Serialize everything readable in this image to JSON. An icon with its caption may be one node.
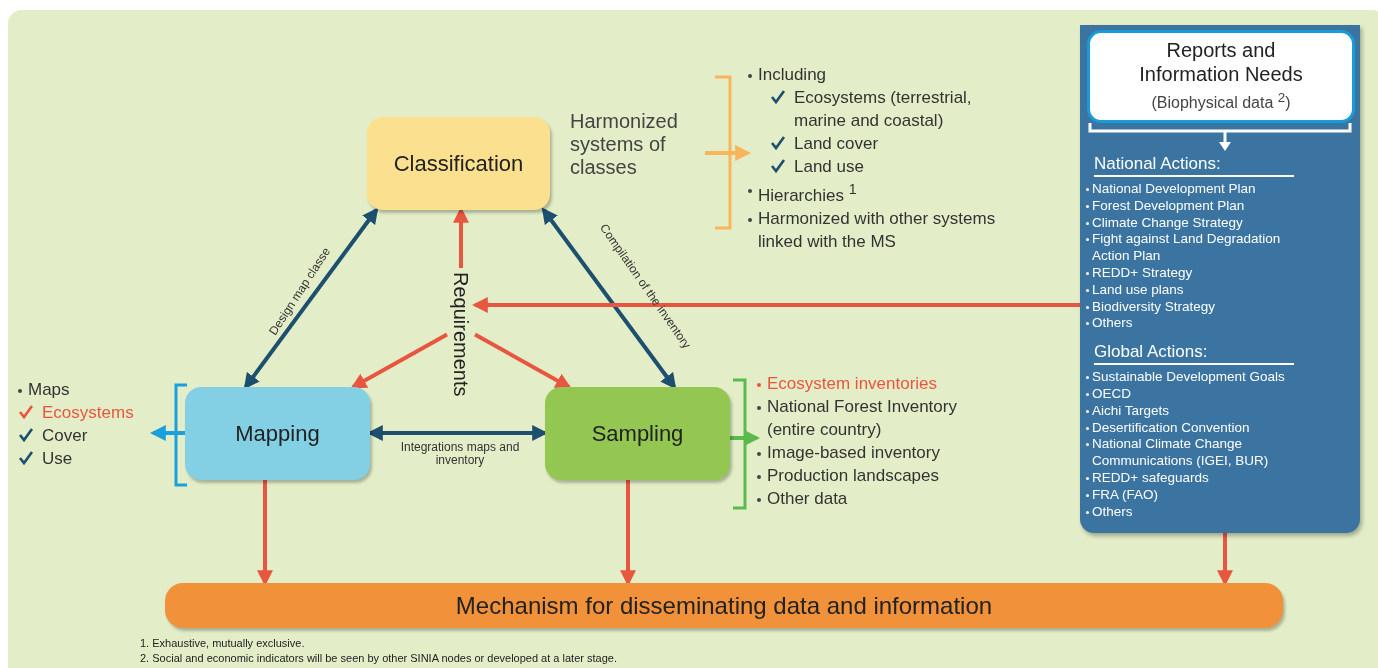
{
  "diagram": {
    "nodes": [
      {
        "text": [
          "Classification"
        ]
      },
      {
        "text": [
          "Mapping"
        ]
      },
      {
        "text": [
          "Sampling"
        ]
      },
      {
        "text": [
          "Requirements"
        ]
      },
      {
        "text": [
          "Harmonized systems of classes"
        ]
      },
      {
        "text": [
          "Including",
          "Ecosystems (terrestrial, marine and coastal)",
          "Land cover",
          "Land use",
          "Hierarchies $^{1}$",
          "Harmonized with other systems linked with the MS"
        ]
      },
      {
        "text": [
          "Maps",
          "Ecosystems",
          "Cover",
          "Use"
        ]
      },
      {
        "text": [
          "Ecosystem inventories",
          "National Forest Inventory (entire country)",
          "Image-based inventory",
          "Production landscapes",
          "Other data"
        ]
      },
      {
        "text": [
          "National Actions:",
          "National Development Plan",
          "Forest Development Plan",
          "Climate Change Strategy",
          "Fight against Land Degradation Action Plan",
          "REDD+ Strategy",
          "Land use plans",
          "Biodiversity Strategy",
          "Others",
          "Global Actions:",
          "Sustainable Development Goals",
          "OECD",
          "Aichi Targets",
          "Desertification Convention",
          "National Climate Change Communications (IGEI, BUR)",
          "REDD+ safeguards",
          "FRA (FAO)",
          "Others"
        ]
      },
      {
        "text": [
          "Reports and Information Needs",
          "(Biophysical data $^{2}$)"
        ],
        "in": 8
      },
      {
        "text": [
          "Mechanism for disseminating data and information"
        ]
      }
    ],
    "edges": [
      {
        "from": 0,
        "to": 1,
        "arrow": "both",
        "label": "Design map classe",
        "color": "#1d4f6e"
      },
      {
        "from": 0,
        "to": 2,
        "arrow": "both",
        "label": "Compilation of the inventory",
        "color": "#1d4f6e"
      },
      {
        "from": 1,
        "to": 2,
        "arrow": "both",
        "label": "Integrations maps and inventory",
        "color": "#1d4f6e"
      },
      {
        "from": 3,
        "to": 0,
        "arrow": "to"
      },
      {
        "from": 3,
        "to": 1,
        "arrow": "to"
      },
      {
        "from": 3,
        "to": 2,
        "arrow": "to"
      },
      {
        "from": 8,
        "to": 3,
        "arrow": "to"
      },
      {
        "from": 4,
        "to": 5,
        "arrow": "to",
        "color": "#f7b55e"
      },
      {
        "from": 1,
        "to": 6,
        "arrow": "to",
        "color": "#1aa0dc"
      },
      {
        "from": 2,
        "to": 7,
        "arrow": "to",
        "color": "#5bb94e"
      },
      {
        "from": 1,
        "to": 10,
        "arrow": "to"
      },
      {
        "from": 2,
        "to": 10,
        "arrow": "to"
      },
      {
        "from": 8,
        "to": 10,
        "arrow": "to"
      }
    ],
    "labels": [
      "1. Exhaustive, mutually exclusive.",
      "2. Social and economic indicators will be seen by other SINIA nodes or developed at a later stage."
    ]
  }
}
